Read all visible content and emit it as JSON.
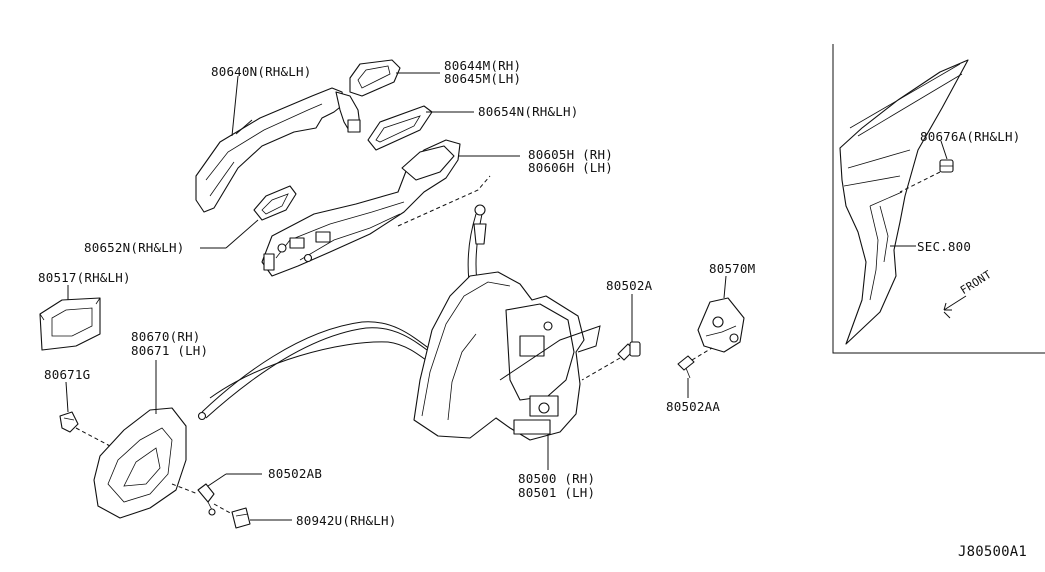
{
  "diagram_code": "J80500A1",
  "callouts": {
    "c80640": "80640N(RH&LH)",
    "c80644a": "80644M(RH)",
    "c80644b": "80645M(LH)",
    "c80654": "80654N(RH&LH)",
    "c80605a": "80605H (RH)",
    "c80605b": "80606H (LH)",
    "c80652": "80652N(RH&LH)",
    "c80517": "80517(RH&LH)",
    "c80670a": "80670(RH)",
    "c80670b": "80671 (LH)",
    "c80671g": "80671G",
    "c80502ab": "80502AB",
    "c80942": "80942U(RH&LH)",
    "c80500a": "80500 (RH)",
    "c80500b": "80501 (LH)",
    "c80502a": "80502A",
    "c80570": "80570M",
    "c80502aa": "80502AA",
    "c80676": "80676A(RH&LH)",
    "sec": "SEC.800",
    "front": "FRONT"
  }
}
